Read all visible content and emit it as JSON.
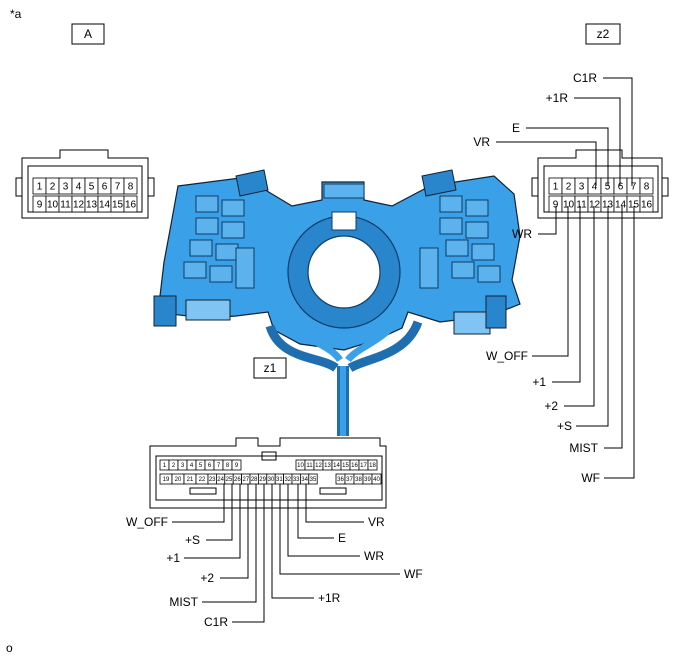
{
  "figure": {
    "corner_label": "*a",
    "footer_label": "o",
    "label_a": "A",
    "label_z1": "z1",
    "label_z2": "z2",
    "body_color": "#3aa0e8"
  },
  "connector_a": {
    "row1": [
      "1",
      "2",
      "3",
      "4",
      "5",
      "6",
      "7",
      "8"
    ],
    "row2": [
      "9",
      "10",
      "11",
      "12",
      "13",
      "14",
      "15",
      "16"
    ]
  },
  "connector_z2": {
    "row1": [
      "1",
      "2",
      "3",
      "4",
      "5",
      "6",
      "7",
      "8"
    ],
    "row2": [
      "9",
      "10",
      "11",
      "12",
      "13",
      "14",
      "15",
      "16"
    ],
    "top_labels": [
      "C1R",
      "+1R",
      "E",
      "VR"
    ],
    "side_label": "WR",
    "bottom_labels": [
      "W_OFF",
      "+1",
      "+2",
      "+S",
      "MIST",
      "WF"
    ]
  },
  "connector_z1": {
    "row1": [
      "1",
      "2",
      "3",
      "4",
      "5",
      "6",
      "7",
      "8",
      "9",
      "10",
      "11",
      "12",
      "13",
      "14",
      "15",
      "16",
      "17",
      "18"
    ],
    "row2": [
      "19",
      "20",
      "21",
      "22",
      "23",
      "24",
      "25",
      "26",
      "27",
      "28",
      "29",
      "30",
      "31",
      "32",
      "33",
      "34",
      "35",
      "36",
      "37",
      "38",
      "39",
      "40"
    ],
    "left_labels": [
      "W_OFF",
      "+S",
      "+1",
      "+2",
      "MIST",
      "C1R"
    ],
    "right_labels": [
      "VR",
      "E",
      "WR",
      "WF",
      "+1R"
    ]
  }
}
